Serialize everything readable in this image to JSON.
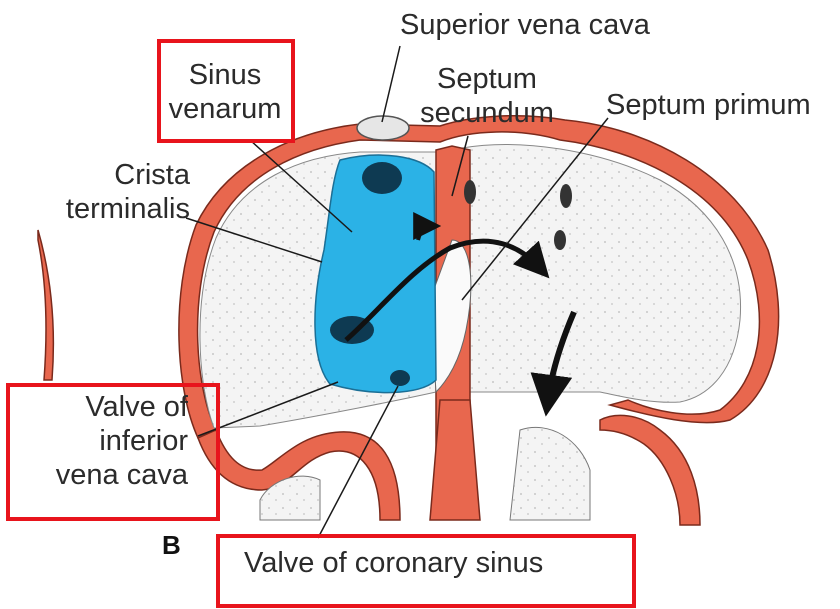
{
  "labels": {
    "superior_vena_cava": "Superior vena cava",
    "sinus_venarum_line1": "Sinus",
    "sinus_venarum_line2": "venarum",
    "septum_secundum_line1": "Septum",
    "septum_secundum_line2": "secundum",
    "septum_primum": "Septum primum",
    "crista_terminalis_line1": "Crista",
    "crista_terminalis_line2": "terminalis",
    "valve_ivc_line1": "Valve of",
    "valve_ivc_line2": "inferior",
    "valve_ivc_line3": "vena cava",
    "valve_coronary_sinus": "Valve of coronary sinus"
  },
  "panel_label": "B",
  "colors": {
    "muscle": "#e8674e",
    "sinus_venarum": "#2bb2e6",
    "chamber": "#f2f2f2",
    "highlight_box": "#e8141c",
    "leader_line": "#1a1a1a"
  }
}
